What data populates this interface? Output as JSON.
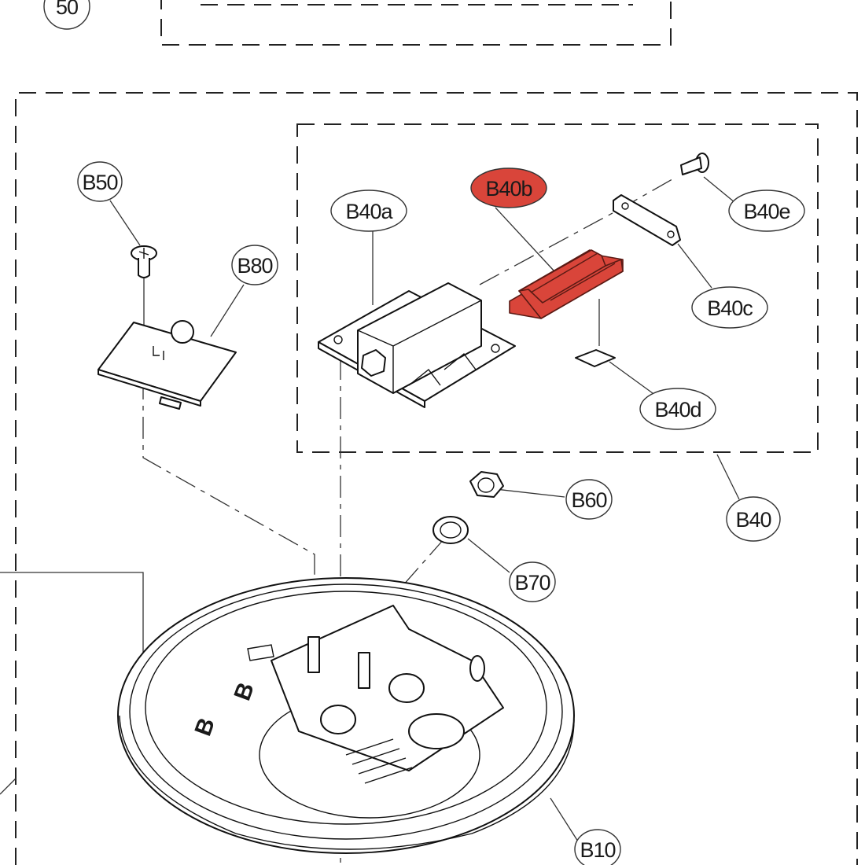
{
  "diagram": {
    "highlight_color": "#d9453a",
    "highlighted_part": "B40b",
    "labels": {
      "p50": "50",
      "b50": "B50",
      "b80": "B80",
      "b40a": "B40a",
      "b40b": "B40b",
      "b40e": "B40e",
      "b40c": "B40c",
      "b40d": "B40d",
      "b40": "B40",
      "b60": "B60",
      "b70": "B70",
      "b10": "B10"
    }
  }
}
